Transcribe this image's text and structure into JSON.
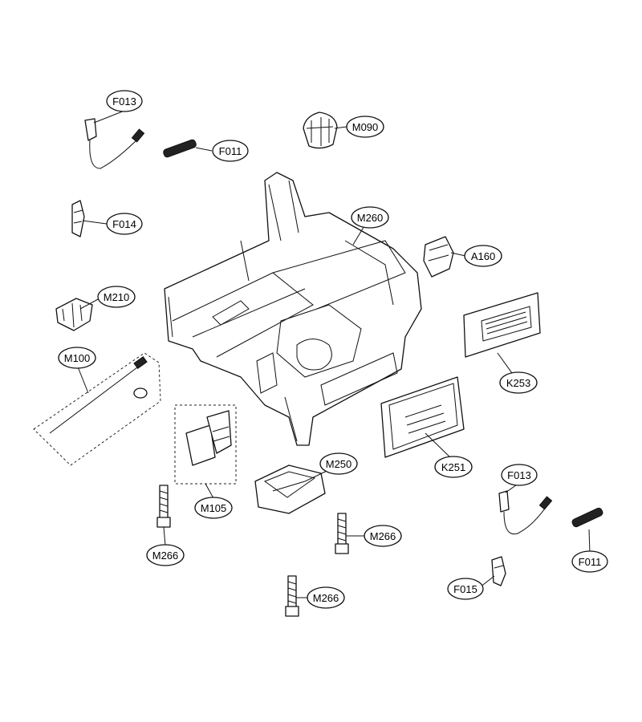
{
  "callouts": {
    "f013_top": "F013",
    "f011_top": "F011",
    "m090": "M090",
    "f014": "F014",
    "m260": "M260",
    "a160": "A160",
    "m210": "M210",
    "m100": "M100",
    "k253": "K253",
    "k251": "K251",
    "m250": "M250",
    "m105": "M105",
    "m266_left": "M266",
    "m266_mid": "M266",
    "m266_bottom": "M266",
    "f013_right": "F013",
    "f011_right": "F011",
    "f015": "F015"
  }
}
